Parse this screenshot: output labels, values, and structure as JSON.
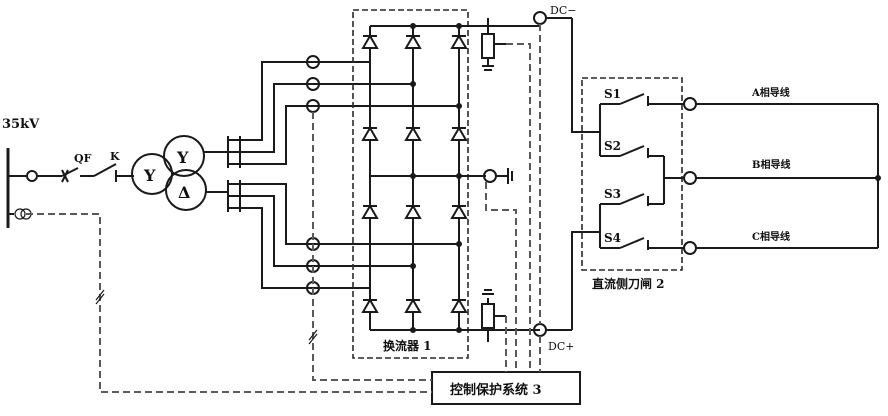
{
  "labels": {
    "bus_voltage": "35kV",
    "breaker": "QF",
    "switch": "K",
    "xfmr_primary": "Y",
    "xfmr_sec1": "Y",
    "xfmr_sec2": "Δ",
    "dc_minus": "DC−",
    "dc_plus": "DC+",
    "converter": "换流器 1",
    "dc_switch_box": "直流侧刀闸 2",
    "control": "控制保护系统 3"
  },
  "switches": [
    "S1",
    "S2",
    "S3",
    "S4"
  ],
  "lines": [
    "A相导线",
    "B相导线",
    "C相导线"
  ]
}
